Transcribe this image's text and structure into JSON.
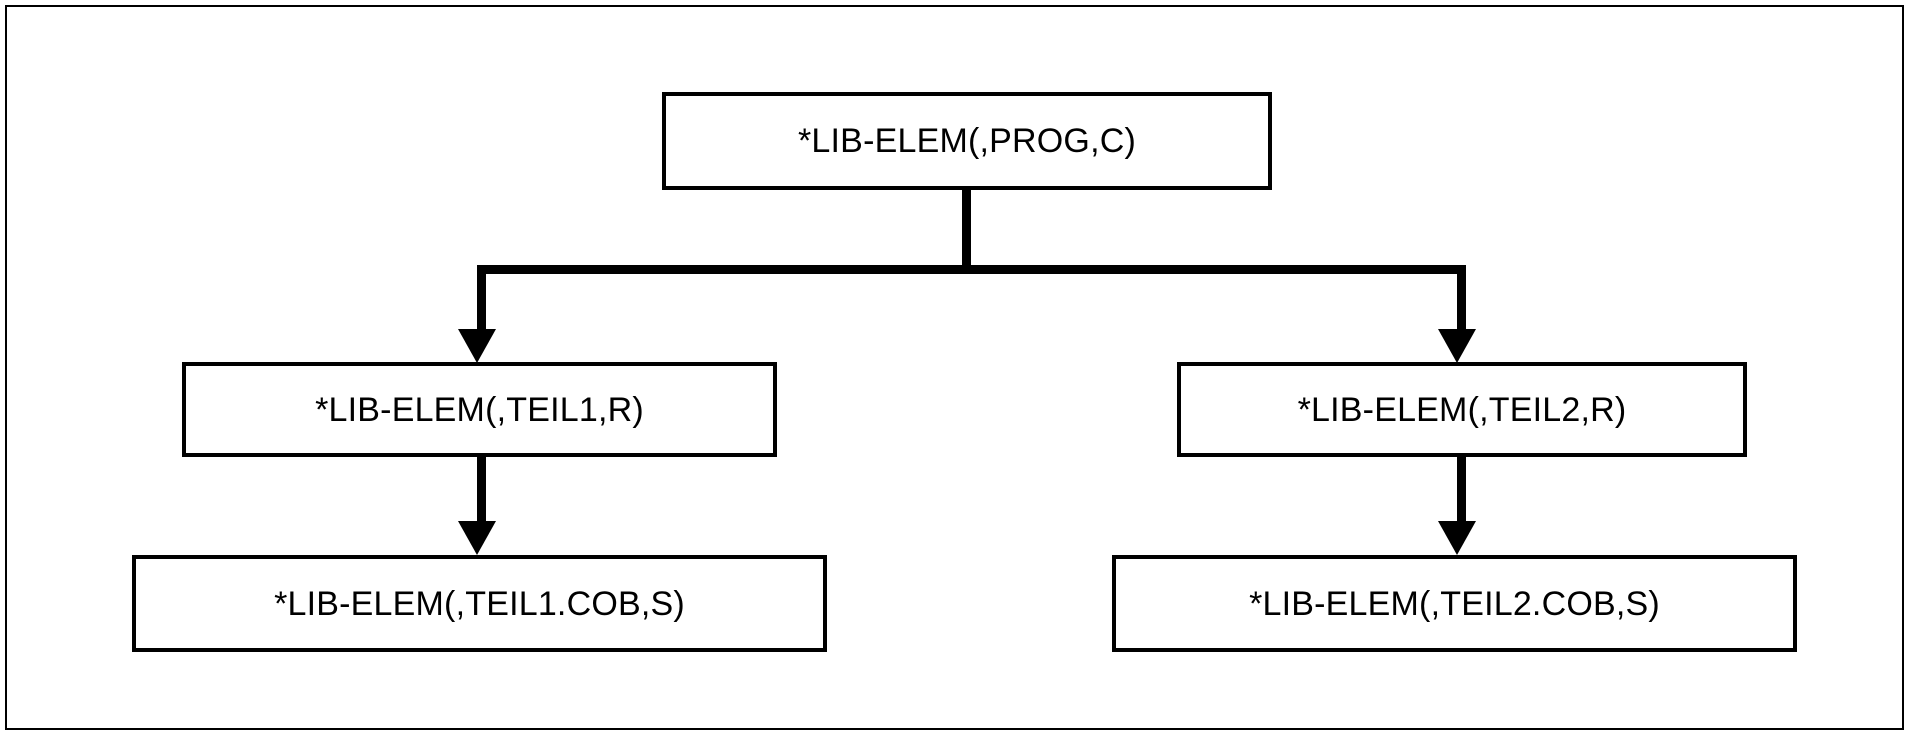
{
  "diagram": {
    "type": "tree",
    "orientation": "top-down",
    "frame": {
      "border_color": "#000000",
      "background": "#ffffff"
    },
    "line_color": "#000000",
    "text_color": "#000000",
    "nodes": [
      {
        "id": "root",
        "label": "*LIB-ELEM(,PROG,C)",
        "level": 0
      },
      {
        "id": "teil1",
        "label": "*LIB-ELEM(,TEIL1,R)",
        "level": 1
      },
      {
        "id": "teil2",
        "label": "*LIB-ELEM(,TEIL2,R)",
        "level": 1
      },
      {
        "id": "teil1cob",
        "label": "*LIB-ELEM(,TEIL1.COB,S)",
        "level": 2
      },
      {
        "id": "teil2cob",
        "label": "*LIB-ELEM(,TEIL2.COB,S)",
        "level": 2
      }
    ],
    "edges": [
      {
        "from": "root",
        "to": "teil1",
        "arrow": "down"
      },
      {
        "from": "root",
        "to": "teil2",
        "arrow": "down"
      },
      {
        "from": "teil1",
        "to": "teil1cob",
        "arrow": "down"
      },
      {
        "from": "teil2",
        "to": "teil2cob",
        "arrow": "down"
      }
    ]
  }
}
